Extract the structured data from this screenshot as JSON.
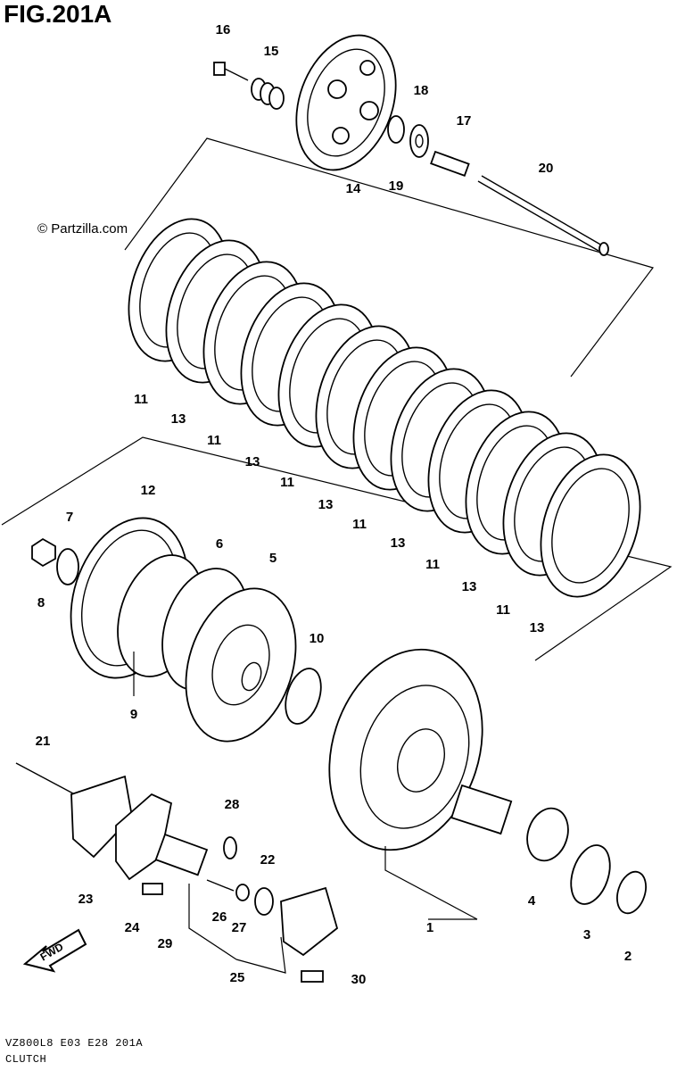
{
  "header": {
    "figure_title": "FIG.201A"
  },
  "copyright": "© Partzilla.com",
  "footer": {
    "code": "VZ800L8  E03  E28  201A",
    "section": "CLUTCH"
  },
  "fwd_label": "FWD",
  "callouts": [
    "16",
    "15",
    "18",
    "17",
    "20",
    "14",
    "19",
    "11",
    "13",
    "11",
    "13",
    "11",
    "13",
    "11",
    "13",
    "11",
    "13",
    "11",
    "13",
    "12",
    "7",
    "8",
    "6",
    "5",
    "10",
    "9",
    "21",
    "28",
    "22",
    "23",
    "24",
    "29",
    "26",
    "27",
    "25",
    "30",
    "1",
    "4",
    "3",
    "2"
  ]
}
